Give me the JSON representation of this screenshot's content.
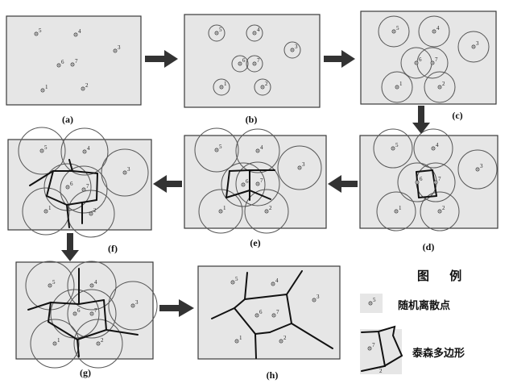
{
  "panels": [
    {
      "caption": "(a)"
    },
    {
      "caption": "(b)"
    },
    {
      "caption": "(c)"
    },
    {
      "caption": "(d)"
    },
    {
      "caption": "(e)"
    },
    {
      "caption": "(f)"
    },
    {
      "caption": "(g)"
    },
    {
      "caption": "(h)"
    }
  ],
  "point_labels": [
    "1",
    "2",
    "3",
    "4",
    "5",
    "6",
    "7"
  ],
  "legend": {
    "title": "图  例",
    "points_label": "随机离散点",
    "polygon_label": "泰森多边形",
    "sample_point_labels": [
      "5",
      "7",
      "2"
    ]
  },
  "colors": {
    "panel_fill": "#e6e6e6",
    "edge": "#111111",
    "arrow": "#333333"
  }
}
